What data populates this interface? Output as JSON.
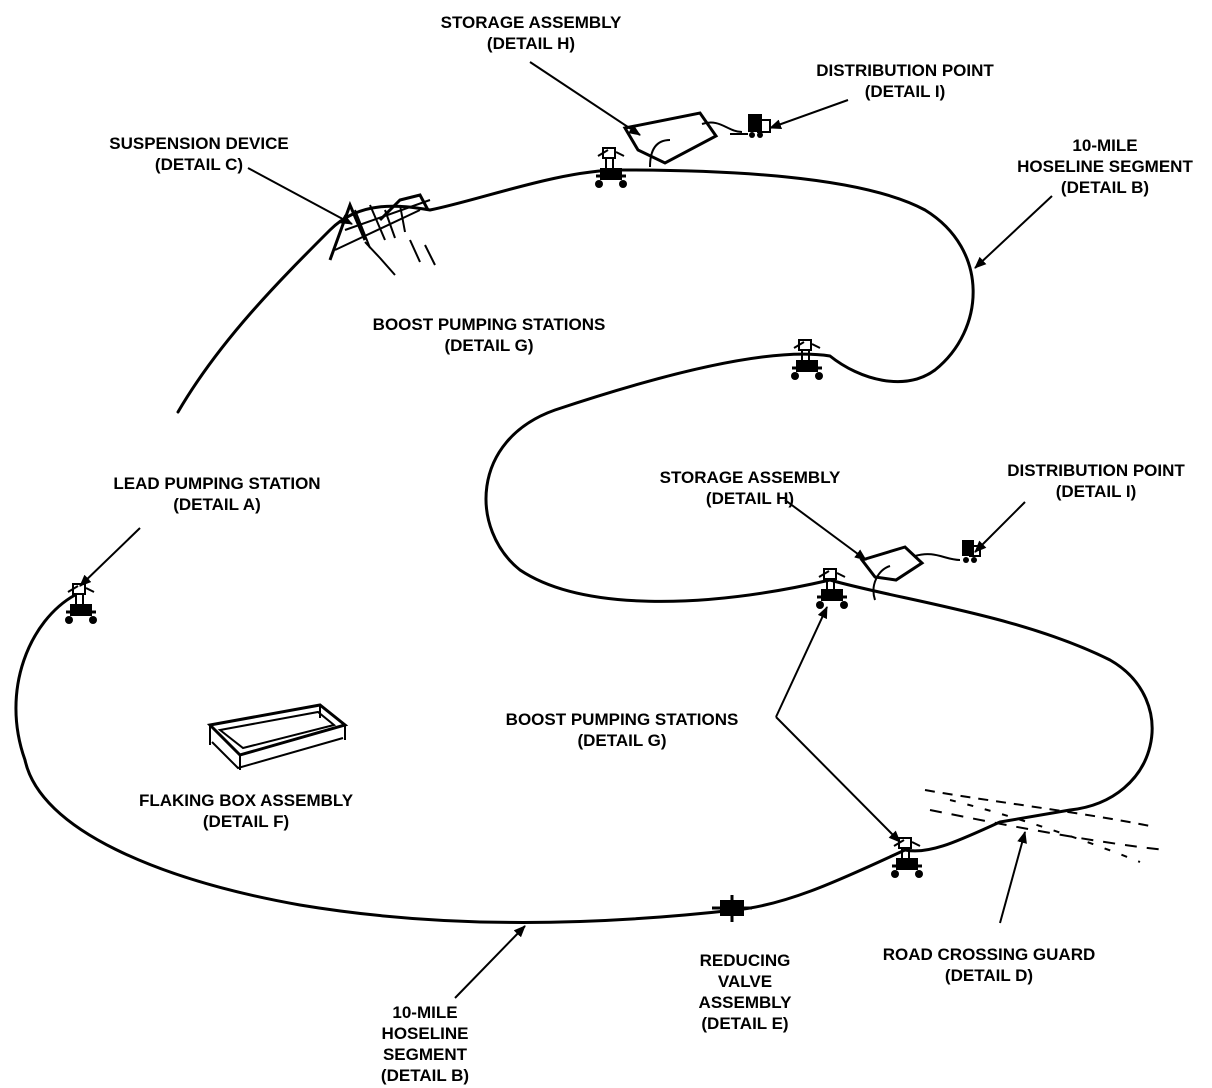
{
  "labels": {
    "storage_top": {
      "line1": "STORAGE ASSEMBLY",
      "line2": "(DETAIL H)"
    },
    "distribution_top": {
      "line1": "DISTRIBUTION POINT",
      "line2": "(DETAIL I)"
    },
    "suspension": {
      "line1": "SUSPENSION DEVICE",
      "line2": "(DETAIL C)"
    },
    "hoseline_top": {
      "line1": "10-MILE",
      "line2": "HOSELINE SEGMENT",
      "line3": "(DETAIL B)"
    },
    "boost_top": {
      "line1": "BOOST PUMPING STATIONS",
      "line2": "(DETAIL G)"
    },
    "lead": {
      "line1": "LEAD PUMPING STATION",
      "line2": "(DETAIL A)"
    },
    "storage_mid": {
      "line1": "STORAGE ASSEMBLY",
      "line2": "(DETAIL H)"
    },
    "distribution_mid": {
      "line1": "DISTRIBUTION POINT",
      "line2": "(DETAIL I)"
    },
    "boost_mid": {
      "line1": "BOOST PUMPING STATIONS",
      "line2": "(DETAIL G)"
    },
    "flaking": {
      "line1": "FLAKING BOX ASSEMBLY",
      "line2": "(DETAIL F)"
    },
    "road": {
      "line1": "ROAD CROSSING GUARD",
      "line2": "(DETAIL D)"
    },
    "reducing": {
      "line1": "REDUCING",
      "line2": "VALVE",
      "line3": "ASSEMBLY",
      "line4": "(DETAIL E)"
    },
    "hoseline_bottom": {
      "line1": "10-MILE",
      "line2": "HOSELINE",
      "line3": "SEGMENT",
      "line4": "(DETAIL B)"
    }
  }
}
